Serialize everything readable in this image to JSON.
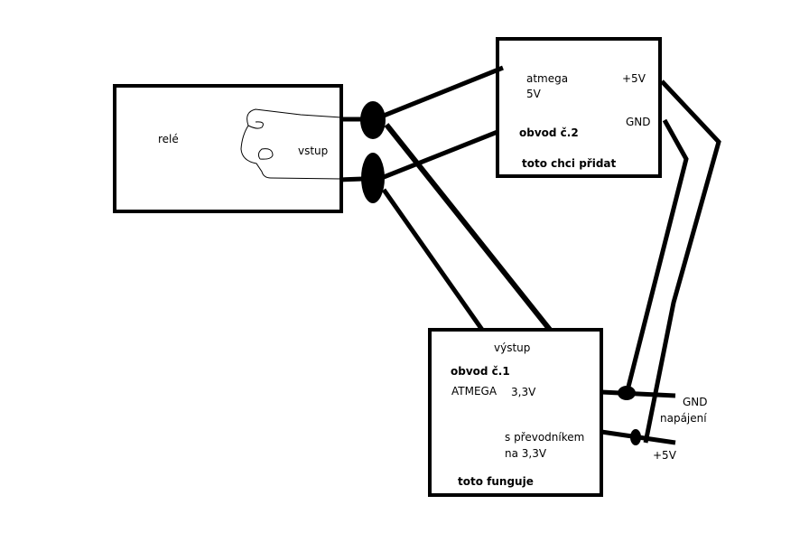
{
  "diagram": {
    "relay_box": {
      "title": "relé",
      "input_label": "vstup"
    },
    "circuit2_box": {
      "mcu_label": "atmega",
      "voltage_label": "5V",
      "plus5v_label": "+5V",
      "gnd_label": "GND",
      "name_label": "obvod č.2",
      "note_label": "toto chci přidat"
    },
    "circuit1_box": {
      "output_label": "výstup",
      "name_label": "obvod č.1",
      "mcu_label": "ATMEGA",
      "voltage_label": "3,3V",
      "converter_line1": "s převodníkem",
      "converter_line2": "na 3,3V",
      "note_label": "toto funguje"
    },
    "power": {
      "gnd_label": "GND",
      "supply_label": "napájení",
      "plus5v_label": "+5V"
    },
    "colors": {
      "line": "#000000",
      "background": "#ffffff"
    }
  }
}
